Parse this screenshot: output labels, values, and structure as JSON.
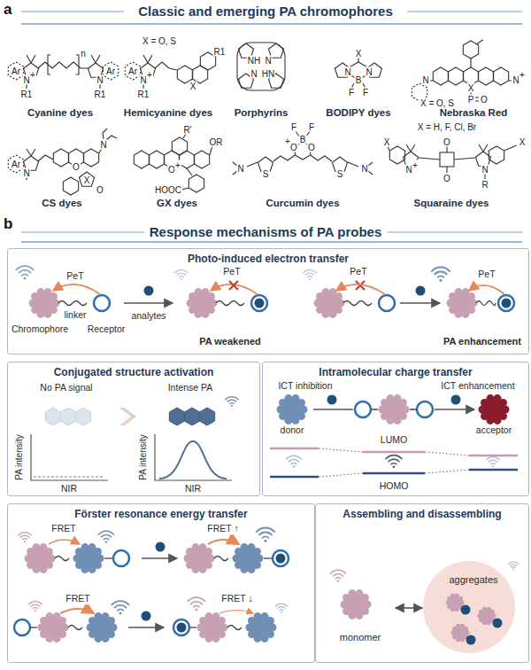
{
  "diagram": {
    "nodes": [
      {
        "text": [
          "Photo-induced electron transfer"
        ]
      },
      {
        "text": [
          "Conjugated structure activation"
        ]
      },
      {
        "text": [
          "Intramolecular charge transfer"
        ]
      },
      {
        "text": [
          "Förster resonance energy transfer"
        ]
      },
      {
        "text": [
          "Assembling and disassembling"
        ]
      },
      {
        "text": [
          "monomer"
        ],
        "in": 4
      },
      {
        "text": [
          "aggregates"
        ],
        "in": 4
      }
    ],
    "edges": [
      {
        "from": 5,
        "to": 6,
        "arrow": "both"
      }
    ],
    "labels": [
      "a",
      "Classic and emerging PA chromophores",
      "Ar",
      "N",
      "+",
      "R1",
      "n",
      "Ar",
      "N",
      "R1",
      "Cyanine dyes",
      "Ar",
      "N",
      "+",
      "R1",
      "X = O, S",
      "X",
      "R1",
      "Hemicyanine dyes",
      "NH",
      "N",
      "N",
      "HN",
      "Porphyrins",
      "X",
      "N",
      "N",
      "B",
      "F",
      "F",
      "BODIPY dyes",
      "X",
      "P",
      "O",
      "X = O, S",
      "N",
      "N",
      "+",
      "Nebraska Red",
      "Ar",
      "N",
      "O",
      "N",
      "X",
      "O",
      "CS dyes",
      "R'",
      "O",
      "+",
      "OR",
      "HOOC",
      "GX dyes",
      "F",
      "F",
      "B",
      "O",
      "+",
      "O",
      "S",
      "S",
      "N",
      "N",
      "Curcumin dyes",
      "X = H, F, Cl, Br",
      "X",
      "N",
      "+",
      "O",
      "O",
      "N",
      "R",
      "X",
      "Squaraine dyes",
      "b",
      "Response mechanisms of PA probes",
      "PeT",
      "analytes",
      "Chromophore",
      "linker",
      "Receptor",
      "PeT",
      "PA weakened",
      "PeT",
      "PeT",
      "PA enhancement",
      "No PA signal",
      "Intense PA",
      "PA intensity",
      "NIR",
      "PA intensity",
      "NIR",
      "ICT inhibition",
      "ICT enhancement",
      "donor",
      "acceptor",
      "LUMO",
      "HOMO",
      "FRET",
      "FRET ↑",
      "FRET",
      "FRET ↓"
    ]
  }
}
